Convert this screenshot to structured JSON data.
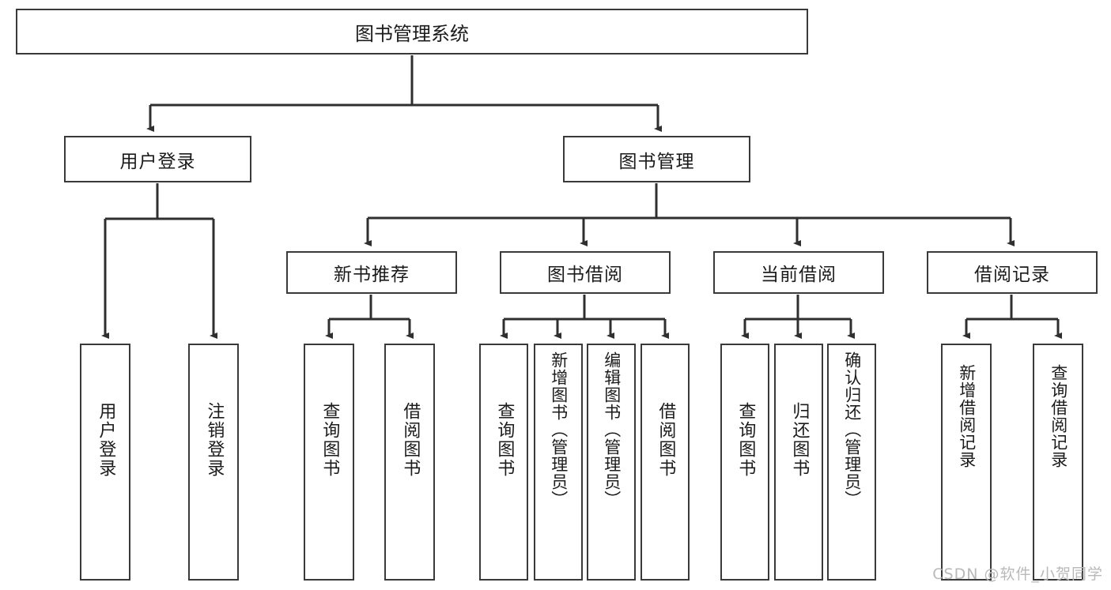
{
  "diagram": {
    "type": "tree",
    "title": "图书管理系统",
    "root": {
      "label": "图书管理系统"
    },
    "level1": [
      {
        "label": "用户登录"
      },
      {
        "label": "图书管理"
      }
    ],
    "level2": [
      {
        "label": "新书推荐"
      },
      {
        "label": "图书借阅"
      },
      {
        "label": "当前借阅"
      },
      {
        "label": "借阅记录"
      }
    ],
    "leaves": {
      "user_login": [
        {
          "label": "用户登录"
        },
        {
          "label": "注销登录"
        }
      ],
      "new_book": [
        {
          "label": "查询图书"
        },
        {
          "label": "借阅图书"
        }
      ],
      "borrow_book": [
        {
          "label": "查询图书"
        },
        {
          "label": "新增图书（管理员）"
        },
        {
          "label": "编辑图书（管理员）"
        },
        {
          "label": "借阅图书"
        }
      ],
      "current_borrow": [
        {
          "label": "查询图书"
        },
        {
          "label": "归还图书"
        },
        {
          "label": "确认归还（管理员）"
        }
      ],
      "borrow_record": [
        {
          "label": "新增借阅记录"
        },
        {
          "label": "查询借阅记录"
        }
      ]
    }
  },
  "watermark": {
    "text": "CSDN @软件_小贺同学"
  },
  "colors": {
    "background": "#ffffff",
    "box_border": "#3a3a3a",
    "text": "#1b1b1b",
    "connector": "#2f2f2f",
    "watermark": "#b9b9b9"
  }
}
